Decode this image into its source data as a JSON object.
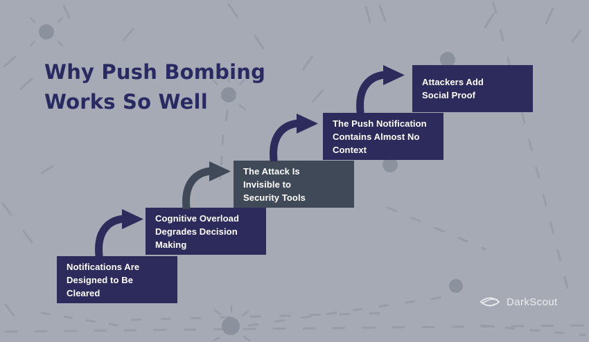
{
  "title": {
    "line1": "Why Push Bombing",
    "line2": "Works So Well"
  },
  "steps": [
    {
      "label": "Notifications Are\nDesigned to Be\nCleared",
      "variant": "navy"
    },
    {
      "label": "Cognitive Overload\nDegrades Decision\nMaking",
      "variant": "navy"
    },
    {
      "label": "The Attack Is\nInvisible to\nSecurity Tools",
      "variant": "slate"
    },
    {
      "label": "The Push Notification\nContains Almost No\nContext",
      "variant": "navy"
    },
    {
      "label": "Attackers Add\nSocial Proof",
      "variant": "navy"
    }
  ],
  "arrows": [
    {
      "icon": "curved-arrow-icon",
      "variant": "navy"
    },
    {
      "icon": "curved-arrow-icon",
      "variant": "slate"
    },
    {
      "icon": "curved-arrow-icon",
      "variant": "navy"
    },
    {
      "icon": "curved-arrow-icon",
      "variant": "navy"
    }
  ],
  "brand": {
    "name": "DarkScout",
    "icon": "eye-orbit-icon"
  },
  "colors": {
    "background": "#A5AAB4",
    "navy": "#2C2B5B",
    "slate": "#3F4957",
    "title_text": "#2A2A63",
    "box_text": "#FFFFFF",
    "brand_text": "#ECEEF2",
    "decor": "#878D9A"
  }
}
